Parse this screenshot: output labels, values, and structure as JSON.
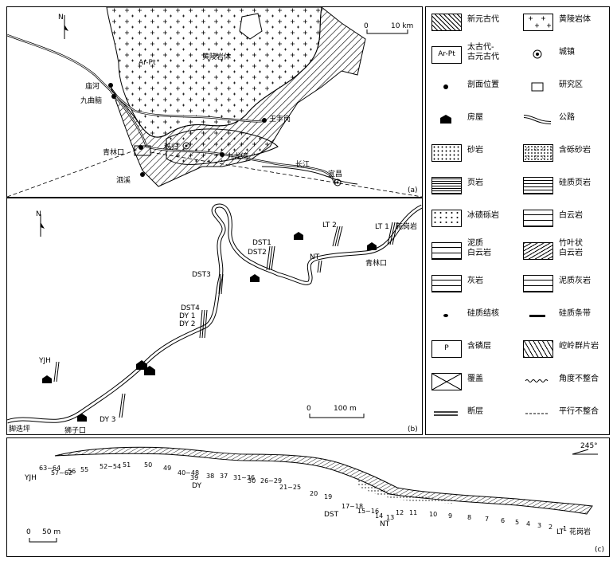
{
  "panel_a": {
    "tag": "(a)",
    "north": "N",
    "scale_zero": "0",
    "scale_len": "10 km",
    "place_labels": {
      "ar_pt": "Ar-Pt",
      "huangling": "黄陵岩体",
      "miaohe": "庙河",
      "jiuqunao": "九曲脑",
      "wangfenggang": "王丰岗",
      "qinglinkou": "青林口",
      "zigui": "秭归",
      "jiulongwan": "九龙湾",
      "sixi": "泗溪",
      "changjiang": "长江",
      "yichang": "宜昌"
    }
  },
  "panel_b": {
    "tag": "(b)",
    "north": "N",
    "scale_zero": "0",
    "scale_len": "100 m",
    "labels": {
      "lt2": "LT 2",
      "lt1": "LT 1",
      "granite": "花岗岩",
      "dst1": "DST1",
      "dst2": "DST2",
      "nt": "NT",
      "qinglinkou": "青林口",
      "dst3": "DST3",
      "dst4": "DST4",
      "dy1": "DY 1",
      "dy2": "DY 2",
      "yjh": "YJH",
      "dy3": "DY 3",
      "jiaodianping": "脚迭坪",
      "shizikou": "狮子口"
    }
  },
  "panel_c": {
    "tag": "(c)",
    "azimuth": "245°",
    "scale_zero": "0",
    "scale_len": "50 m",
    "labels": {
      "yjh": "YJH",
      "dy": "DY",
      "dst": "DST",
      "nt": "NT",
      "lt": "LT",
      "granite": "花岗岩"
    },
    "layers": [
      "63~64",
      "57~62",
      "56",
      "55",
      "52~54",
      "51",
      "50",
      "49",
      "40~48",
      "39",
      "38",
      "37",
      "31~36",
      "30",
      "26~29",
      "21~25",
      "20",
      "19",
      "17~18",
      "15~16",
      "14",
      "13",
      "12",
      "11",
      "10",
      "9",
      "8",
      "7",
      "6",
      "5",
      "4",
      "3",
      "2",
      "1"
    ]
  },
  "legend": [
    {
      "icon": "neoproterozoic-pattern",
      "label": "新元古代"
    },
    {
      "icon": "huangling-pattern",
      "label": "黄陵岩体"
    },
    {
      "icon": "ar-pt-box",
      "label": "太古代-\n古元古代",
      "symbol_text": "Ar-Pt"
    },
    {
      "icon": "town-symbol",
      "label": "城镇"
    },
    {
      "icon": "section-dot",
      "label": "剖面位置"
    },
    {
      "icon": "study-area-rect",
      "label": "研究区"
    },
    {
      "icon": "house-symbol",
      "label": "房屋"
    },
    {
      "icon": "road-symbol",
      "label": "公路"
    },
    {
      "icon": "sandstone-pattern",
      "label": "砂岩"
    },
    {
      "icon": "conglomeratic-sandstone-pattern",
      "label": "含砾砂岩"
    },
    {
      "icon": "shale-pattern",
      "label": "页岩"
    },
    {
      "icon": "siliceous-shale-pattern",
      "label": "硅质页岩"
    },
    {
      "icon": "tillite-pattern",
      "label": "冰碛砾岩"
    },
    {
      "icon": "dolomite-pattern",
      "label": "白云岩"
    },
    {
      "icon": "muddy-dolomite-pattern",
      "label": "泥质\n白云岩"
    },
    {
      "icon": "bamboo-leaf-dolomite-pattern",
      "label": "竹叶状\n白云岩"
    },
    {
      "icon": "limestone-pattern",
      "label": "灰岩"
    },
    {
      "icon": "muddy-limestone-pattern",
      "label": "泥质灰岩"
    },
    {
      "icon": "siliceous-nodule",
      "label": "硅质结核"
    },
    {
      "icon": "siliceous-band",
      "label": "硅质条带"
    },
    {
      "icon": "phosphorus-box",
      "label": "含磷层",
      "symbol_text": "P"
    },
    {
      "icon": "kongling-schist-pattern",
      "label": "崆岭群片岩"
    },
    {
      "icon": "cover-cross",
      "label": "覆盖"
    },
    {
      "icon": "angular-unconformity",
      "label": "角度不整合"
    },
    {
      "icon": "fault-double-line",
      "label": "断层"
    },
    {
      "icon": "parallel-unconformity",
      "label": "平行不整合"
    }
  ]
}
